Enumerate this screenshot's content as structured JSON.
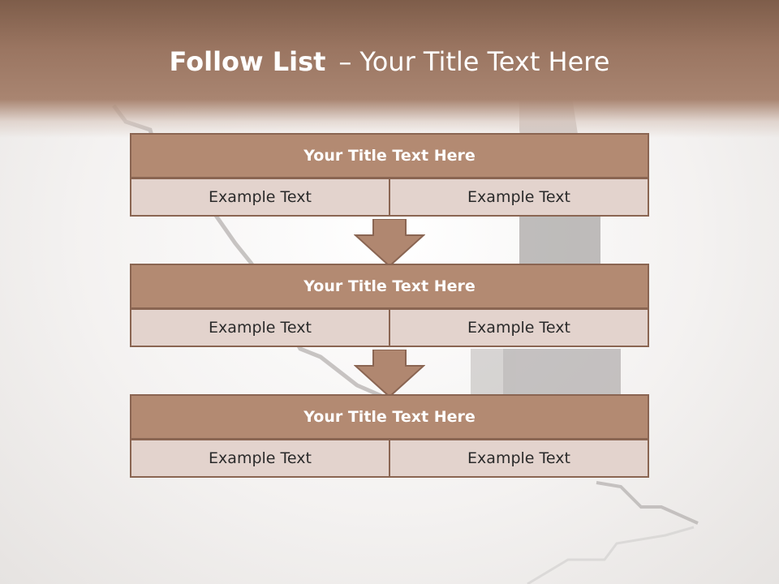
{
  "slide": {
    "title_bold": "Follow List",
    "title_dash": "–",
    "title_rest": "Your Title Text Here"
  },
  "blocks": [
    {
      "title": "Your Title Text Here",
      "cells": [
        "Example Text",
        "Example Text"
      ]
    },
    {
      "title": "Your Title Text Here",
      "cells": [
        "Example Text",
        "Example Text"
      ]
    },
    {
      "title": "Your Title Text Here",
      "cells": [
        "Example Text",
        "Example Text"
      ]
    }
  ],
  "colors": {
    "header": "#9a7561",
    "block_title": "#b38a72",
    "block_cell": "#e3d3cd",
    "border": "#8a6552"
  }
}
